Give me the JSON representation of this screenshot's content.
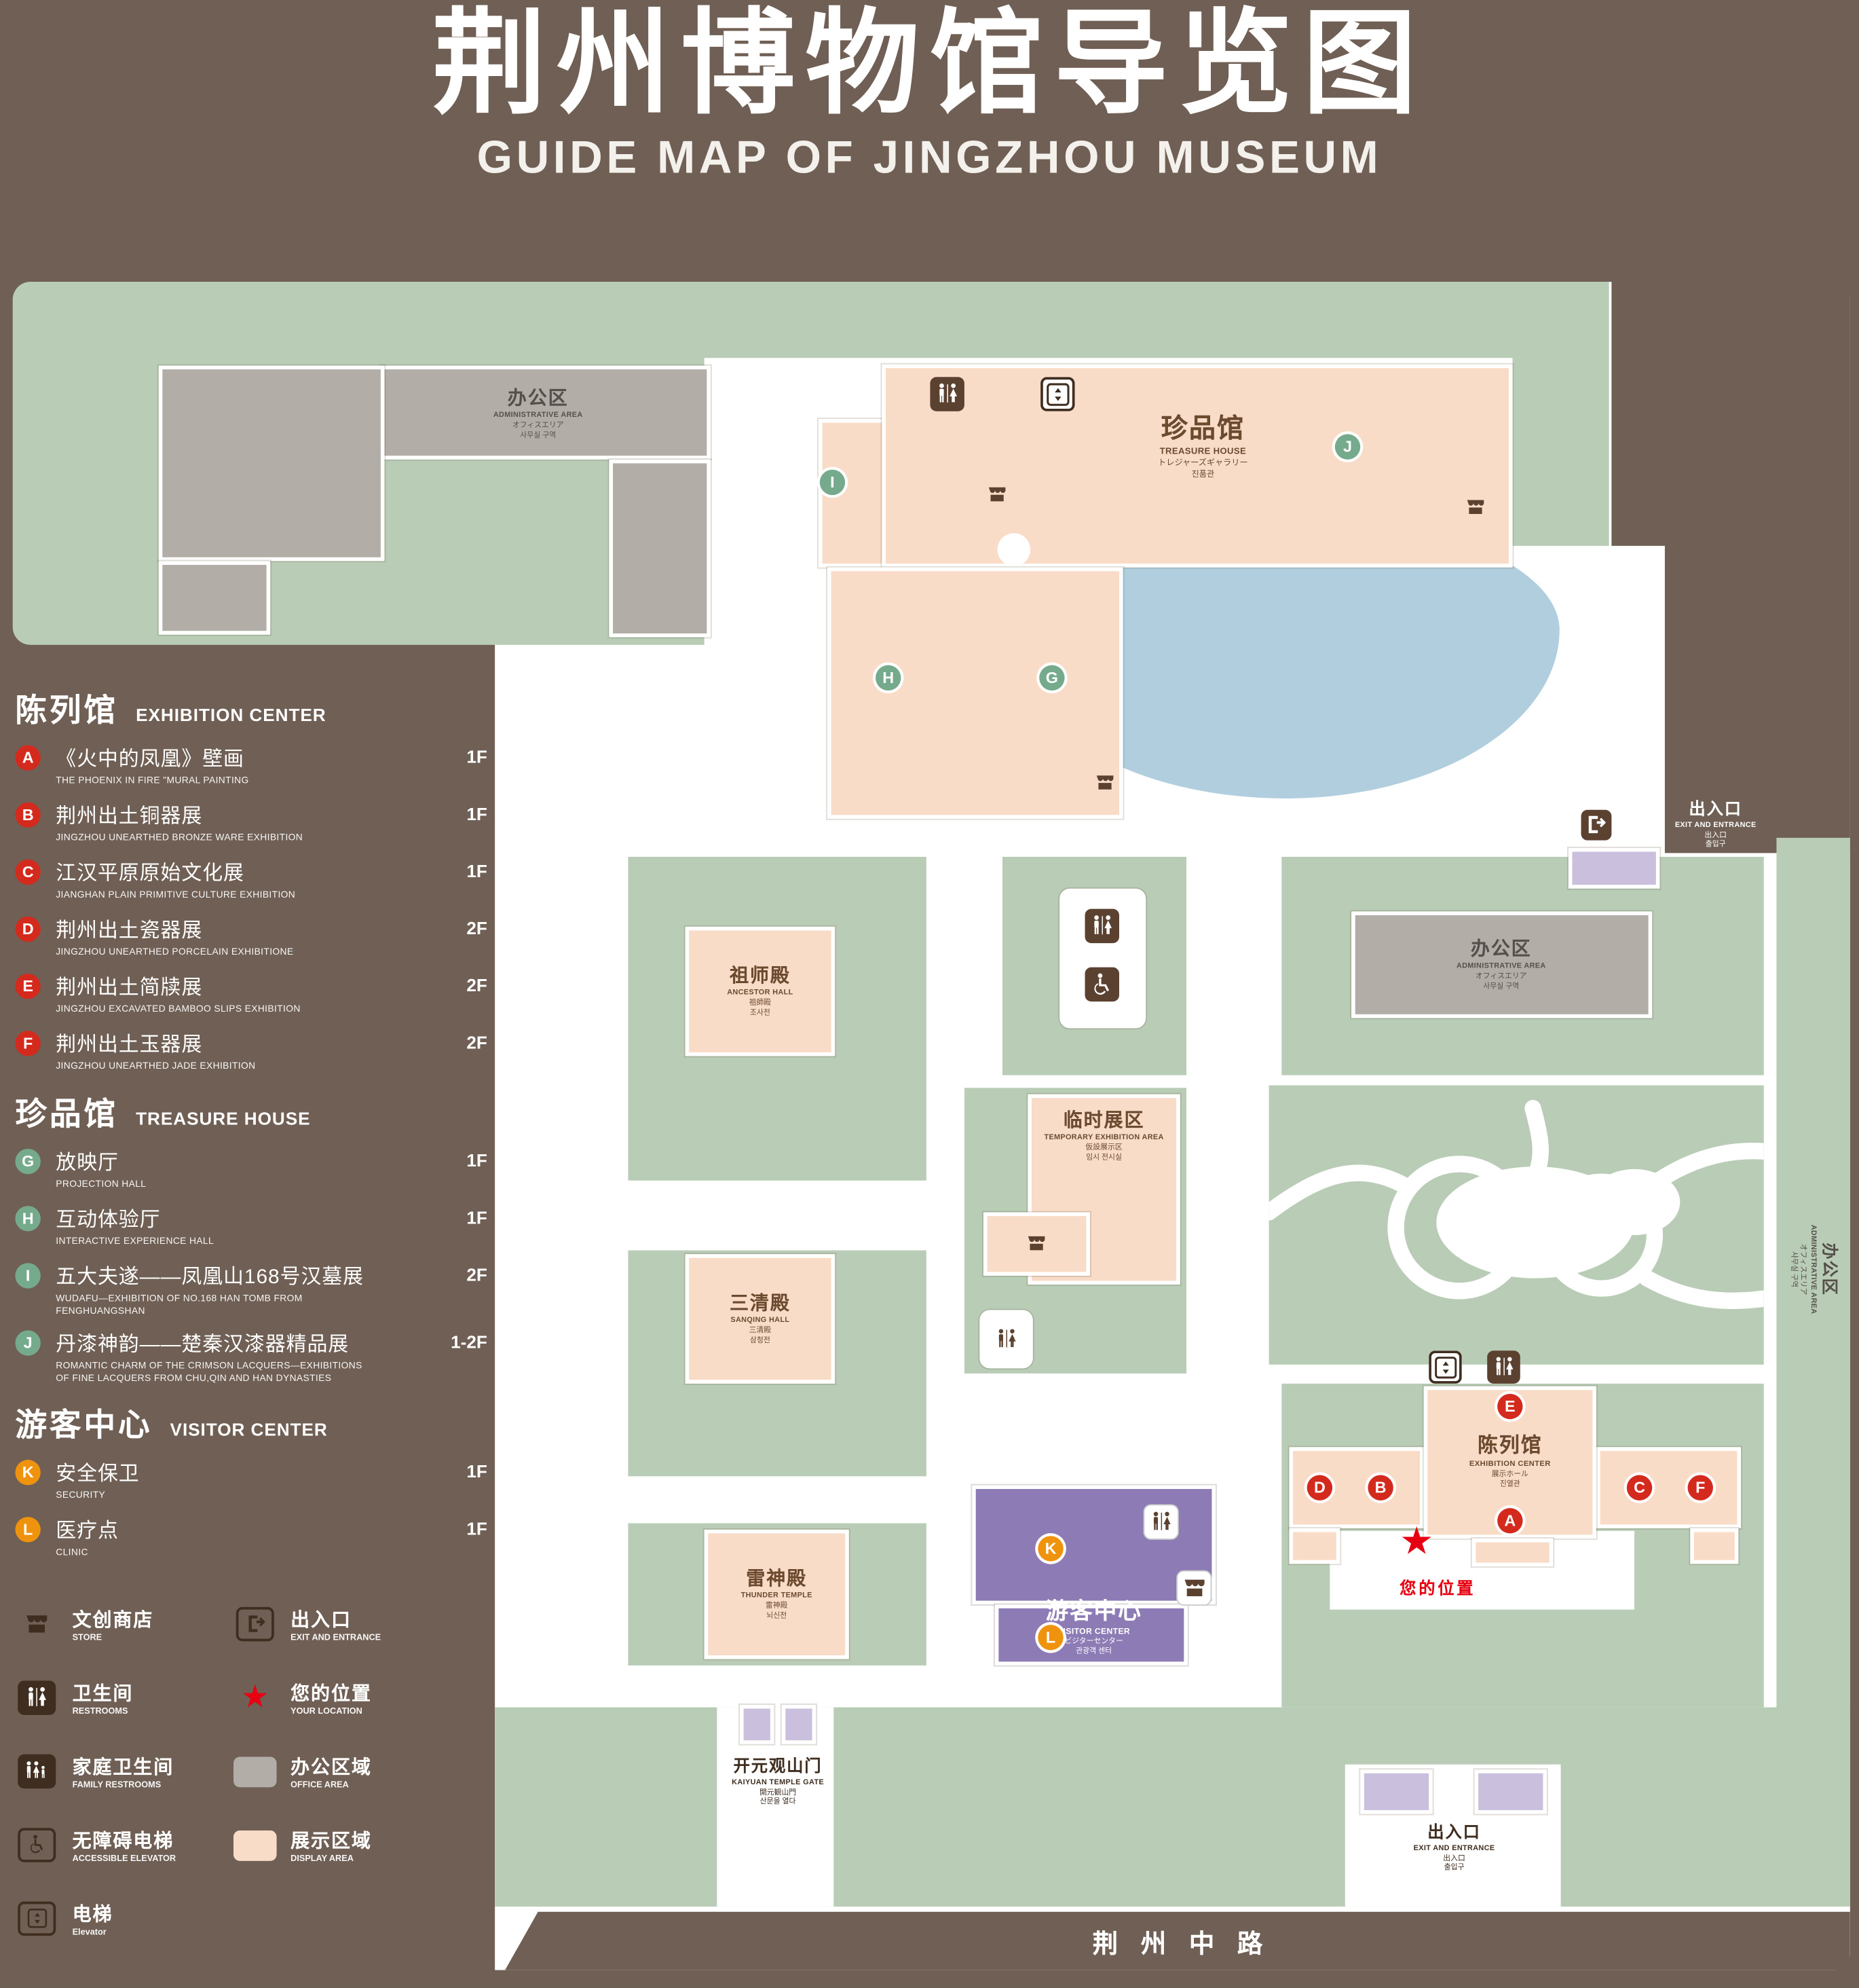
{
  "title": {
    "zh": "荆州博物馆导览图",
    "en": "GUIDE MAP OF JINGZHOU MUSEUM"
  },
  "colors": {
    "palette": {
      "bg": "#6f5f54",
      "lawn": "#b9cdb6",
      "pink": "#f8dcc8",
      "gray": "#b3ada8",
      "lake": "#b1cede",
      "purple": "#8d7bb5",
      "lavender": "#cabfdc",
      "ink": "#5b4130",
      "inkDark": "#3f2d20",
      "labelBrown": "#6b4a2f",
      "labelGray": "#55504b",
      "red": "#e60012"
    }
  },
  "sidebar": {
    "sections": [
      {
        "id": "exhibition",
        "zh": "陈列馆",
        "en": "EXHIBITION CENTER",
        "marker_color": "#d42a1e",
        "items": [
          {
            "key": "A",
            "zh": "《火中的凤凰》壁画",
            "en": "THE PHOENIX IN FIRE \"MURAL PAINTING",
            "floor": "1F"
          },
          {
            "key": "B",
            "zh": "荆州出土铜器展",
            "en": "JINGZHOU UNEARTHED BRONZE WARE EXHIBITION",
            "floor": "1F"
          },
          {
            "key": "C",
            "zh": "江汉平原原始文化展",
            "en": "JIANGHAN PLAIN PRIMITIVE CULTURE EXHIBITION",
            "floor": "1F"
          },
          {
            "key": "D",
            "zh": "荆州出土瓷器展",
            "en": "JINGZHOU UNEARTHED PORCELAIN EXHIBITIONE",
            "floor": "2F"
          },
          {
            "key": "E",
            "zh": "荆州出土简牍展",
            "en": "JINGZHOU EXCAVATED BAMBOO SLIPS EXHIBITION",
            "floor": "2F"
          },
          {
            "key": "F",
            "zh": "荆州出土玉器展",
            "en": "JINGZHOU UNEARTHED JADE EXHIBITION",
            "floor": "2F"
          }
        ]
      },
      {
        "id": "treasure",
        "zh": "珍品馆",
        "en": "TREASURE HOUSE",
        "marker_color": "#76aa8d",
        "items": [
          {
            "key": "G",
            "zh": "放映厅",
            "en": "PROJECTION HALL",
            "floor": "1F"
          },
          {
            "key": "H",
            "zh": "互动体验厅",
            "en": "INTERACTIVE EXPERIENCE HALL",
            "floor": "1F"
          },
          {
            "key": "I",
            "zh": "五大夫遂——凤凰山168号汉墓展",
            "en": "WUDAFU—EXHIBITION OF NO.168 HAN TOMB FROM FENGHUANGSHAN",
            "floor": "2F"
          },
          {
            "key": "J",
            "zh": "丹漆神韵——楚秦汉漆器精品展",
            "en": "ROMANTIC CHARM OF THE CRIMSON LACQUERS—EXHIBITIONS OF FINE LACQUERS FROM CHU,QIN AND HAN DYNASTIES",
            "floor": "1-2F"
          }
        ]
      },
      {
        "id": "visitor",
        "zh": "游客中心",
        "en": "VISITOR CENTER",
        "marker_color": "#ef930e",
        "items": [
          {
            "key": "K",
            "zh": "安全保卫",
            "en": "SECURITY",
            "floor": "1F"
          },
          {
            "key": "L",
            "zh": "医疗点",
            "en": "CLINIC",
            "floor": "1F"
          }
        ]
      }
    ],
    "legend": {
      "columns": [
        [
          {
            "icon": "store",
            "style": "plain",
            "zh": "文创商店",
            "en": "STORE"
          },
          {
            "icon": "restroom",
            "style": "solid",
            "zh": "卫生间",
            "en": "RESTROOMS"
          },
          {
            "icon": "family",
            "style": "solid",
            "zh": "家庭卫生间",
            "en": "FAMILY RESTROOMS"
          },
          {
            "icon": "wheelchair",
            "style": "outlined",
            "zh": "无障碍电梯",
            "en": "ACCESSIBLE ELEVATOR"
          },
          {
            "icon": "elevator",
            "style": "outlined",
            "zh": "电梯",
            "en": "Elevator"
          }
        ],
        [
          {
            "icon": "exit",
            "style": "outlined",
            "zh": "出入口",
            "en": "EXIT AND ENTRANCE"
          },
          {
            "icon": "star",
            "style": "plain",
            "zh": "您的位置",
            "en": "YOUR LOCATION"
          },
          {
            "icon": "swatch-gray",
            "style": "swatch",
            "zh": "办公区域",
            "en": "OFFICE AREA"
          },
          {
            "icon": "swatch-pink",
            "style": "swatch",
            "zh": "展示区域",
            "en": "DISPLAY AREA"
          }
        ]
      ]
    }
  },
  "map": {
    "admin": {
      "zh": "办公区",
      "en": "ADMINISTRATIVE AREA",
      "ja": "オフィスエリア",
      "ko": "사무실 구역"
    },
    "treasure_house": {
      "zh": "珍品馆",
      "en": "TREASURE HOUSE",
      "ja": "トレジャーズギャラリー",
      "ko": "진품관"
    },
    "exit_label": {
      "zh": "出入口",
      "en": "EXIT AND ENTRANCE",
      "ja": "出入口",
      "ko": "출입구"
    },
    "ancestor_hall": {
      "zh": "祖师殿",
      "en": "ANCESTOR HALL",
      "ja": "祖師殿",
      "ko": "조사전"
    },
    "temporary": {
      "zh": "临时展区",
      "en": "TEMPORARY EXHIBITION AREA",
      "ja": "仮設展示区",
      "ko": "임시 전시실"
    },
    "sanqing_hall": {
      "zh": "三清殿",
      "en": "SANQING HALL",
      "ja": "三清殿",
      "ko": "삼청전"
    },
    "thunder_temple": {
      "zh": "雷神殿",
      "en": "THUNDER TEMPLE",
      "ja": "雷神殿",
      "ko": "뇌신전"
    },
    "exhibition_center": {
      "zh": "陈列馆",
      "en": "EXHIBITION CENTER",
      "ja": "展示ホール",
      "ko": "진열관"
    },
    "visitor_center": {
      "zh": "游客中心",
      "en": "VISITOR CENTER",
      "ja": "ビジターセンター",
      "ko": "관광객 센터"
    },
    "gate": {
      "zh": "开元观山门",
      "en": "KAIYUAN TEMPLE GATE",
      "ja": "開元観山門",
      "ko": "산문을 열다"
    },
    "your_location": "您的位置",
    "road": "荆州中路"
  }
}
